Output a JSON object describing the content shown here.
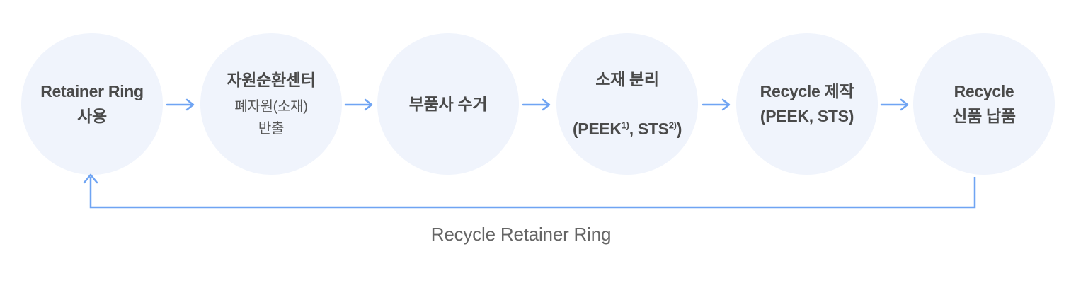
{
  "flow": {
    "steps": [
      {
        "title": "Retainer Ring\n사용"
      },
      {
        "title": "자원순환센터",
        "subtitle": "폐자원(소재)\n반출"
      },
      {
        "title": "부품사 수거"
      },
      {
        "title_line1": "소재 분리",
        "line2": {
          "pre": "(PEEK",
          "sup1": "1)",
          "mid": ", STS",
          "sup2": "2)",
          "post": ")"
        }
      },
      {
        "title": "Recycle 제작\n(PEEK, STS)"
      },
      {
        "title": "Recycle\n신품 납품"
      }
    ],
    "return_label": "Recycle Retainer Ring"
  },
  "icons": {
    "between_steps": "arrow-right-icon",
    "return_line": "arrow-up-icon"
  },
  "colors": {
    "circle_fill": "#F0F4FC",
    "title_text": "#4A4A4A",
    "subtitle_text": "#555555",
    "arrow_blue": "#6FA4F3",
    "return_label_text": "#666666",
    "background": "#FFFFFF"
  }
}
